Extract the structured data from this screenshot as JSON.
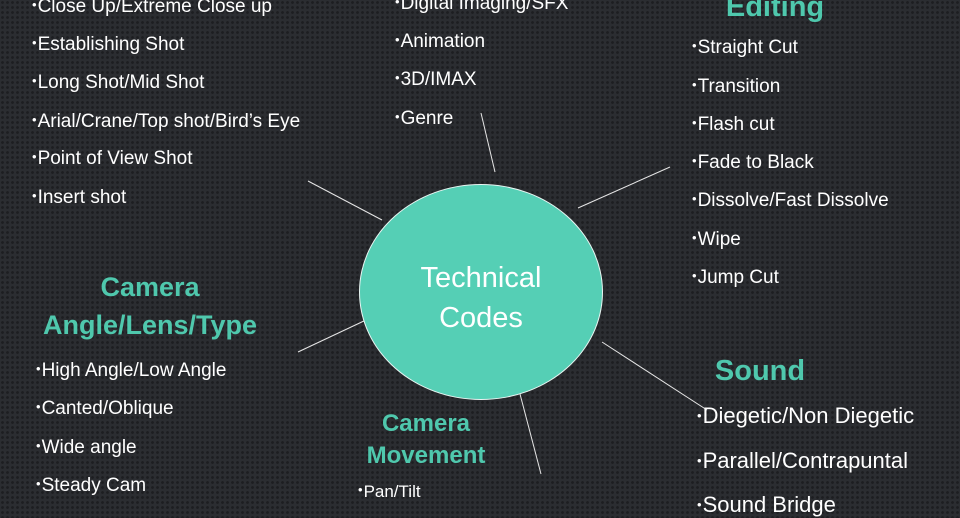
{
  "center_title": [
    "Technical",
    "Codes"
  ],
  "shots": {
    "items": [
      "Close Up/Extreme  Close up",
      "Establishing  Shot",
      "Long Shot/Mid Shot",
      "Arial/Crane/Top  shot/Bird’s Eye",
      "Point of View Shot",
      "Insert shot"
    ]
  },
  "effects": {
    "items": [
      "Digital Imaging/SFX",
      "Animation",
      "3D/IMAX",
      "Genre"
    ]
  },
  "editing": {
    "heading": "Editing",
    "items": [
      "Straight Cut",
      "Transition",
      "Flash cut",
      "Fade to Black",
      "Dissolve/Fast Dissolve",
      "Wipe",
      "Jump Cut"
    ]
  },
  "camera_angle": {
    "heading": [
      "Camera",
      "Angle/Lens/Type"
    ],
    "items": [
      "High Angle/Low Angle",
      "Canted/Oblique",
      "Wide angle",
      "Steady Cam"
    ]
  },
  "camera_movement": {
    "heading": [
      "Camera",
      "Movement"
    ],
    "items": [
      "Pan/Tilt"
    ]
  },
  "sound": {
    "heading": "Sound",
    "items": [
      "Diegetic/Non Diegetic",
      "Parallel/Contrapuntal",
      "Sound Bridge"
    ]
  },
  "colors": {
    "accent": "#55cfb5",
    "heading": "#4fc8ad",
    "background": "#2b2d31"
  }
}
